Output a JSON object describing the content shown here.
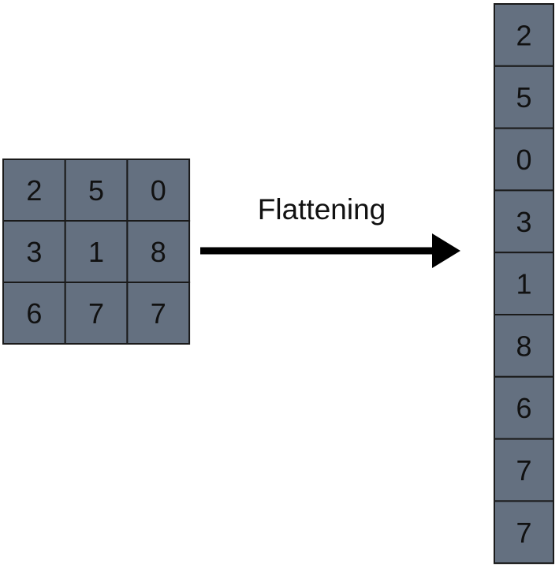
{
  "matrix": {
    "rows": [
      [
        "2",
        "5",
        "0"
      ],
      [
        "3",
        "1",
        "8"
      ],
      [
        "6",
        "7",
        "7"
      ]
    ]
  },
  "arrow": {
    "label": "Flattening"
  },
  "vector": {
    "values": [
      "2",
      "5",
      "0",
      "3",
      "1",
      "8",
      "6",
      "7",
      "7"
    ]
  },
  "colors": {
    "cell_fill": "#647080",
    "cell_border": "#1a1a1a",
    "text": "#111111",
    "arrow": "#000000"
  }
}
